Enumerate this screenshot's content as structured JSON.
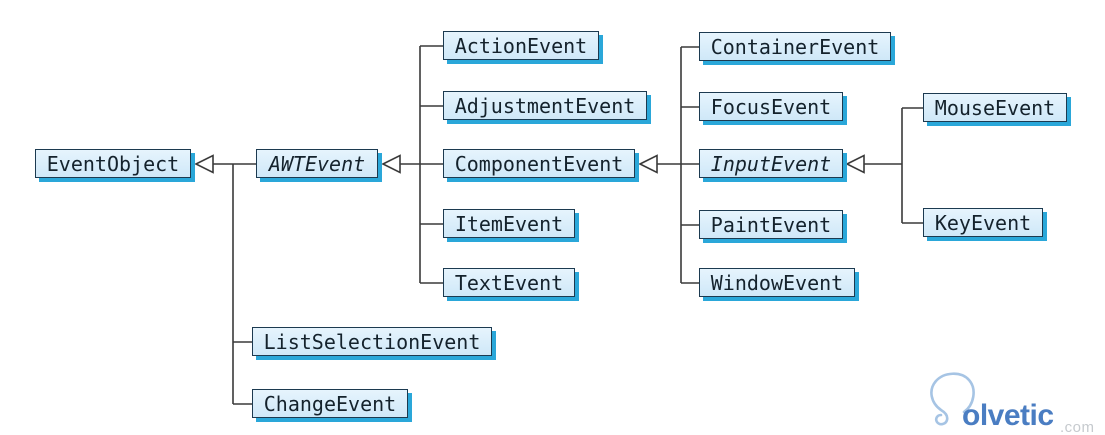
{
  "diagram_type": "uml-class-inheritance-hierarchy",
  "nodes": {
    "eventObject": {
      "label": "EventObject",
      "abstract": false
    },
    "awtEvent": {
      "label": "AWTEvent",
      "abstract": true
    },
    "listSelectionEvent": {
      "label": "ListSelectionEvent",
      "abstract": false
    },
    "changeEvent": {
      "label": "ChangeEvent",
      "abstract": false
    },
    "actionEvent": {
      "label": "ActionEvent",
      "abstract": false
    },
    "adjustmentEvent": {
      "label": "AdjustmentEvent",
      "abstract": false
    },
    "componentEvent": {
      "label": "ComponentEvent",
      "abstract": false
    },
    "itemEvent": {
      "label": "ItemEvent",
      "abstract": false
    },
    "textEvent": {
      "label": "TextEvent",
      "abstract": false
    },
    "containerEvent": {
      "label": "ContainerEvent",
      "abstract": false
    },
    "focusEvent": {
      "label": "FocusEvent",
      "abstract": false
    },
    "inputEvent": {
      "label": "InputEvent",
      "abstract": true
    },
    "paintEvent": {
      "label": "PaintEvent",
      "abstract": false
    },
    "windowEvent": {
      "label": "WindowEvent",
      "abstract": false
    },
    "mouseEvent": {
      "label": "MouseEvent",
      "abstract": false
    },
    "keyEvent": {
      "label": "KeyEvent",
      "abstract": false
    }
  },
  "edges": [
    {
      "parent": "EventObject",
      "child": "AWTEvent"
    },
    {
      "parent": "EventObject",
      "child": "ListSelectionEvent"
    },
    {
      "parent": "EventObject",
      "child": "ChangeEvent"
    },
    {
      "parent": "AWTEvent",
      "child": "ActionEvent"
    },
    {
      "parent": "AWTEvent",
      "child": "AdjustmentEvent"
    },
    {
      "parent": "AWTEvent",
      "child": "ComponentEvent"
    },
    {
      "parent": "AWTEvent",
      "child": "ItemEvent"
    },
    {
      "parent": "AWTEvent",
      "child": "TextEvent"
    },
    {
      "parent": "ComponentEvent",
      "child": "ContainerEvent"
    },
    {
      "parent": "ComponentEvent",
      "child": "FocusEvent"
    },
    {
      "parent": "ComponentEvent",
      "child": "InputEvent"
    },
    {
      "parent": "ComponentEvent",
      "child": "PaintEvent"
    },
    {
      "parent": "ComponentEvent",
      "child": "WindowEvent"
    },
    {
      "parent": "InputEvent",
      "child": "MouseEvent"
    },
    {
      "parent": "InputEvent",
      "child": "KeyEvent"
    }
  ],
  "watermark": {
    "brand_text": "olvetic",
    "domain_suffix": ".com"
  },
  "colors": {
    "box_fill_top": "#e6f4fd",
    "box_fill_bottom": "#cfe8f8",
    "box_border": "#1c3a50",
    "box_shadow": "#2aa7d9",
    "connector_line": "#3a3a3a",
    "box_text": "#14222c",
    "logo_blue": "#4a7dc2",
    "logo_bulb": "#a6c4e4",
    "logo_gray": "#c6cace"
  }
}
